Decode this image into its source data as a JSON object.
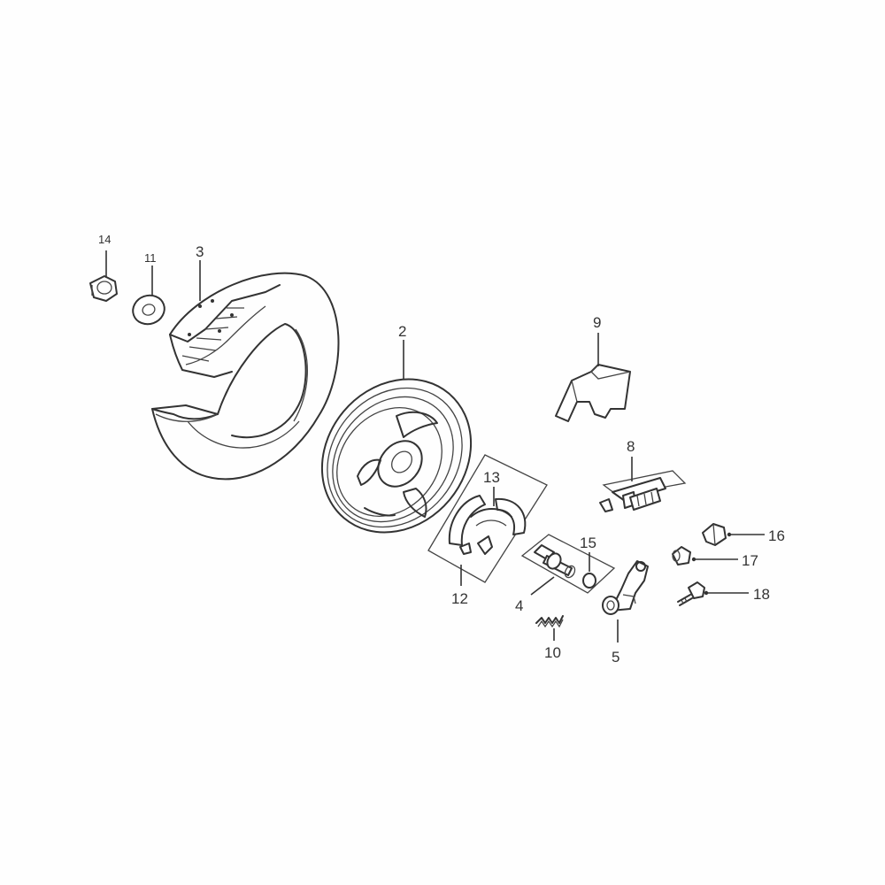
{
  "callouts": {
    "c2": "2",
    "c3": "3",
    "c4": "4",
    "c5": "5",
    "c8": "8",
    "c9": "9",
    "c10": "10",
    "c11": "11",
    "c12": "12",
    "c13": "13",
    "c14": "14",
    "c15": "15",
    "c16": "16",
    "c17": "17",
    "c18": "18"
  },
  "colors": {
    "line": "#333333",
    "background": "#fefefe"
  }
}
